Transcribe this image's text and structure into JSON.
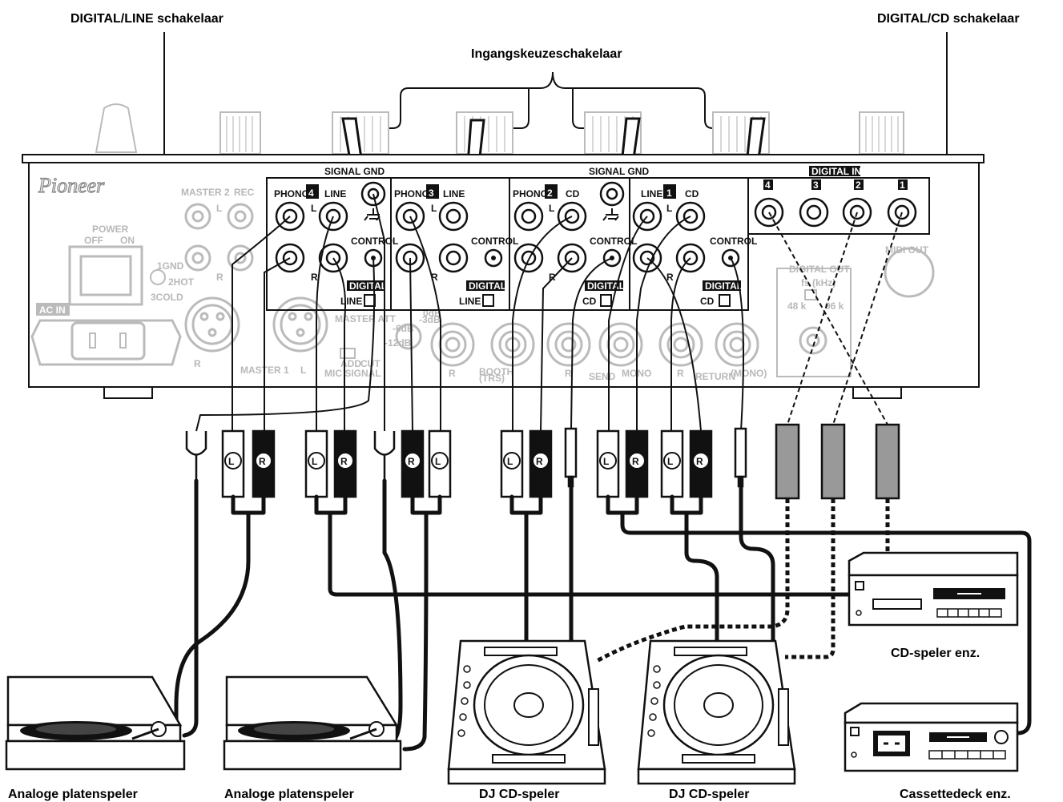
{
  "labels": {
    "digital_line_switch": "DIGITAL/LINE schakelaar",
    "input_selector": "Ingangskeuzeschakelaar",
    "digital_cd_switch": "DIGITAL/CD schakelaar",
    "cd_player_etc": "CD-speler enz.",
    "turntable_1": "Analoge platenspeler",
    "turntable_2": "Analoge platenspeler",
    "dj_cd_1": "DJ CD-speler",
    "dj_cd_2": "DJ CD-speler",
    "cassette": "Cassettedeck enz."
  },
  "panel": {
    "brand": "Pioneer",
    "signal_gnd_1": "SIGNAL GND",
    "signal_gnd_2": "SIGNAL GND",
    "digital_in": "DIGITAL IN",
    "ch4": "4",
    "ch3": "3",
    "ch2": "2",
    "ch1": "1",
    "phono": "PHONO",
    "line": "LINE",
    "cd": "CD",
    "control": "CONTROL",
    "digital": "DIGITAL",
    "l": "L",
    "r": "R",
    "din4": "4",
    "din3": "3",
    "din2": "2",
    "din1": "1",
    "master2": "MASTER 2",
    "rec": "REC",
    "power": "POWER",
    "off": "OFF",
    "on": "ON",
    "ac_in": "AC IN",
    "gnd": "1GND",
    "hot": "2HOT",
    "cold": "3COLD",
    "master1": "MASTER 1",
    "master_att": "MASTER ATT",
    "add": "ADD",
    "cut": "CUT",
    "mic_signal": "MIC SIGNAL",
    "booth": "BOOTH",
    "trs": "(TRS)",
    "send": "SEND",
    "return": "RETURN",
    "mono": "(MONO)",
    "mono2": "MONO",
    "digital_out": "DIGITAL OUT",
    "fs": "fs (kHz)",
    "k48": "48 k",
    "k96": "96 k",
    "midi_out": "MIDI OUT",
    "att0": "0dB",
    "att3": "-3dB",
    "att6": "-6dB",
    "att12": "-12dB"
  },
  "plugs": {
    "L": "L",
    "R": "R"
  }
}
